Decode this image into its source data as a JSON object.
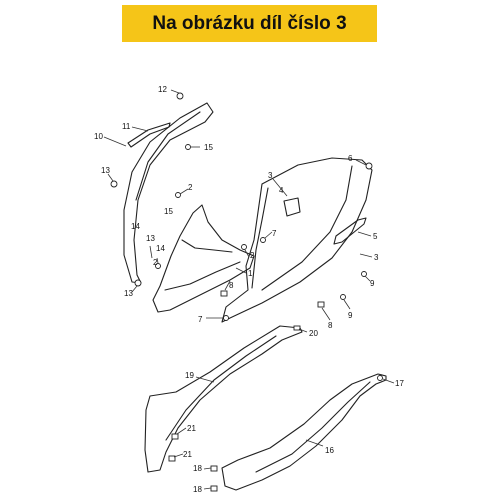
{
  "banner": {
    "title": "Na obrázku díl číslo 3",
    "color": "#f5c518"
  },
  "callouts": {
    "c1": "1",
    "c2a": "2",
    "c2b": "2",
    "c2c": "2",
    "c3a": "3",
    "c3b": "3",
    "c4": "4",
    "c5": "5",
    "c6": "6",
    "c7a": "7",
    "c7b": "7",
    "c8a": "8",
    "c8b": "8",
    "c9a": "9",
    "c9b": "9",
    "c10": "10",
    "c11": "11",
    "c12": "12",
    "c13a": "13",
    "c13b": "13",
    "c13c": "13",
    "c14a": "14",
    "c14b": "14",
    "c15a": "15",
    "c15b": "15",
    "c16": "16",
    "c17": "17",
    "c18a": "18",
    "c18b": "18",
    "c19": "19",
    "c20": "20",
    "c21a": "21",
    "c21b": "21"
  }
}
